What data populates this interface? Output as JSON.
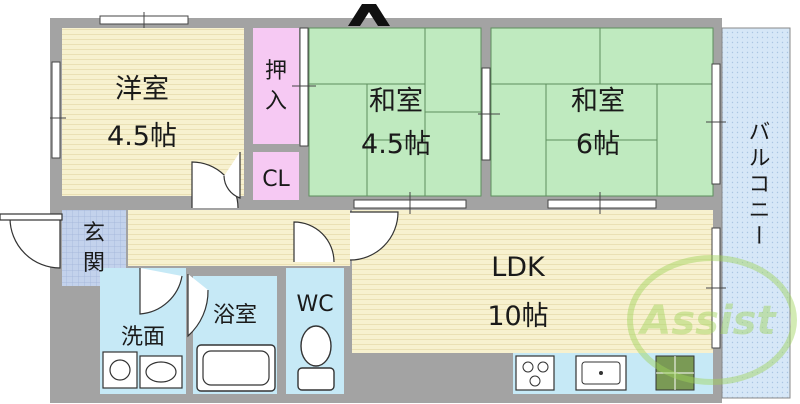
{
  "rooms": {
    "western_room": {
      "name": "洋室",
      "size": "4.5帖"
    },
    "japanese_room_1": {
      "name": "和室",
      "size": "4.5帖"
    },
    "japanese_room_2": {
      "name": "和室",
      "size": "6帖"
    },
    "oshiire": {
      "name": "押\n入"
    },
    "closet": {
      "name": "CL"
    },
    "entrance": {
      "name": "玄\n関"
    },
    "washroom": {
      "name": "洗面"
    },
    "bathroom": {
      "name": "浴室"
    },
    "toilet": {
      "name": "WC"
    },
    "ldk": {
      "name": "LDK",
      "size": "10帖"
    },
    "balcony": {
      "name": "バルコニー"
    }
  },
  "watermark": {
    "text": "Assist"
  },
  "colors": {
    "wall": "#9b9b9b",
    "western_floor": "#f7f1cf",
    "tatami": "#bfeabf",
    "oshiire": "#f6c9f3",
    "wet_area": "#c6e9f6",
    "entrance": "#c3d2ec",
    "balcony": "#d6e7f7",
    "ldk_floor": "#f7f1cf"
  }
}
